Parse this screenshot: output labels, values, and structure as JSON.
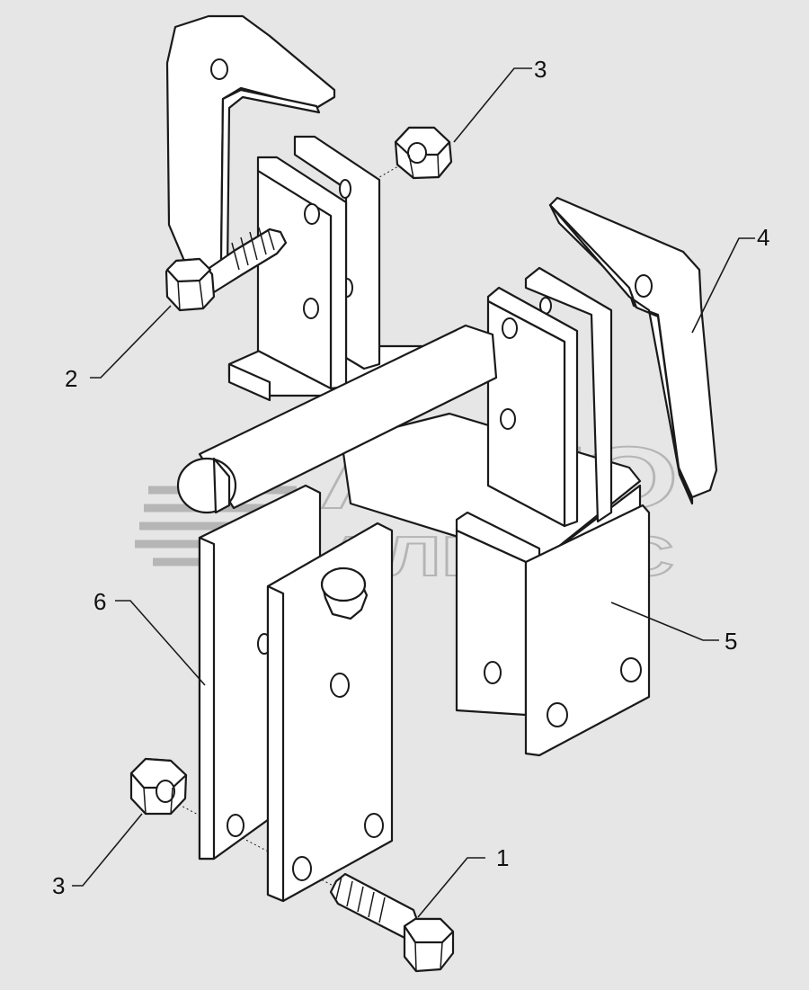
{
  "callouts": [
    {
      "id": "callout-1",
      "label": "1"
    },
    {
      "id": "callout-2",
      "label": "2"
    },
    {
      "id": "callout-3-top",
      "label": "3"
    },
    {
      "id": "callout-3-bottom",
      "label": "3"
    },
    {
      "id": "callout-4",
      "label": "4"
    },
    {
      "id": "callout-5",
      "label": "5"
    },
    {
      "id": "callout-6",
      "label": "6"
    }
  ],
  "watermark": {
    "line1": "АВТО",
    "line2": "АЛЬЯНС"
  }
}
